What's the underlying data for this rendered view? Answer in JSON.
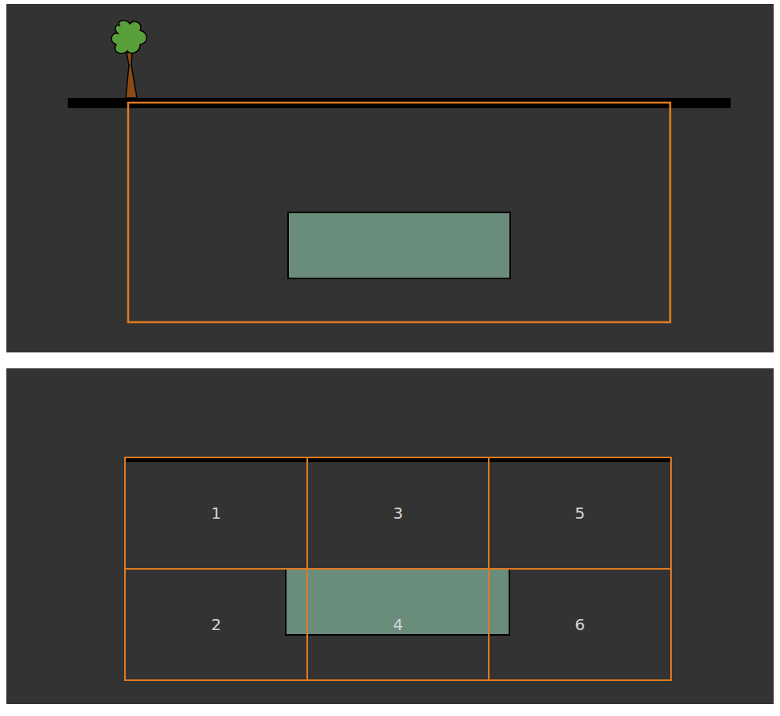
{
  "diagram": {
    "nodes": [
      {
        "text": [
          "1"
        ]
      },
      {
        "text": [
          "3"
        ]
      },
      {
        "text": [
          "5"
        ]
      },
      {
        "text": [
          "2"
        ]
      },
      {
        "text": [
          "4"
        ]
      },
      {
        "text": [
          "6"
        ]
      }
    ]
  }
}
